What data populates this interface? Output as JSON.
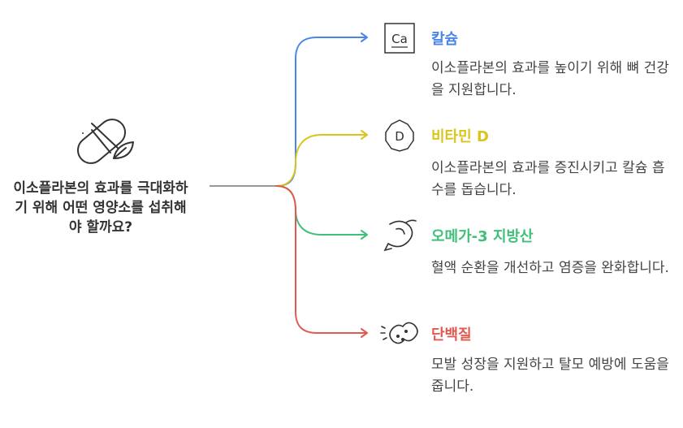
{
  "question": {
    "text": "이소플라본의 효과를 극대화하기 위해 어떤 영양소를 섭취해야 할까요?"
  },
  "branches": [
    {
      "title": "칼슘",
      "description": "이소플라본의 효과를 높이기 위해 뼈 건강을 지원합니다.",
      "color": "#4a86e8",
      "icon": "calcium-icon",
      "icon_text": "Ca"
    },
    {
      "title": "비타민 D",
      "description": "이소플라본의 효과를 증진시키고 칼슘 흡수를 돕습니다.",
      "color": "#d9c51c",
      "icon": "vitamin-d-icon",
      "icon_text": "D"
    },
    {
      "title": "오메가-3 지방산",
      "description": "혈액 순환을 개선하고 염증을 완화합니다.",
      "color": "#3fbf78",
      "icon": "shrimp-icon"
    },
    {
      "title": "단백질",
      "description": "모발 성장을 지원하고 탈모 예방에 도움을 줍니다.",
      "color": "#e05a4f",
      "icon": "peanut-icon"
    }
  ]
}
